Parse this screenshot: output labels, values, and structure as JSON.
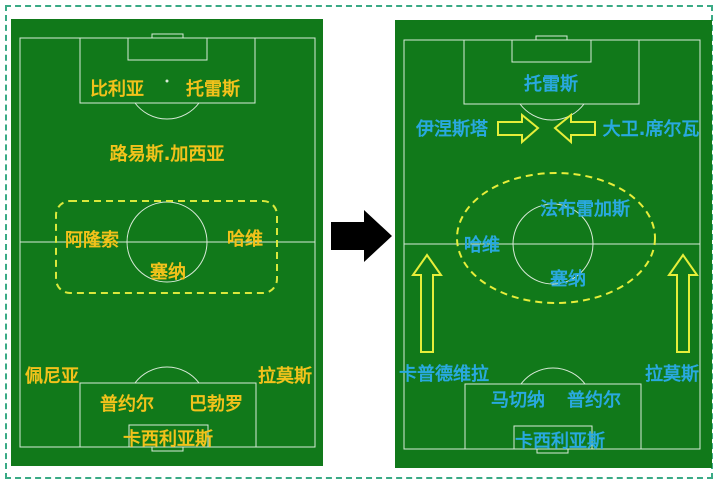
{
  "colors": {
    "pitch": "#11791a",
    "lines": "#d8ead8",
    "before_text": "#f2c21b",
    "after_text": "#29a9df",
    "highlight": "#e6ee3a",
    "frame": "#3aaa85"
  },
  "before": {
    "forwards": [
      "比利亚",
      "托雷斯"
    ],
    "attacking_mid": "路易斯.加西亚",
    "midfield": [
      "阿隆索",
      "哈维",
      "塞纳"
    ],
    "fullbacks": [
      "佩尼亚",
      "拉莫斯"
    ],
    "centerbacks": [
      "普约尔",
      "巴勃罗"
    ],
    "goalkeeper": "卡西利亚斯"
  },
  "after": {
    "forward": "托雷斯",
    "wingers": [
      "伊涅斯塔",
      "大卫.席尔瓦"
    ],
    "midfield": [
      "法布雷加斯",
      "哈维",
      "塞纳"
    ],
    "fullbacks": [
      "卡普德维拉",
      "拉莫斯"
    ],
    "centerbacks": [
      "马切纳",
      "普约尔"
    ],
    "goalkeeper": "卡西利亚斯"
  },
  "icons": {
    "transition": "right-arrow-icon",
    "inward": "hollow-arrow-icon",
    "overlap": "hollow-up-arrow-icon"
  }
}
